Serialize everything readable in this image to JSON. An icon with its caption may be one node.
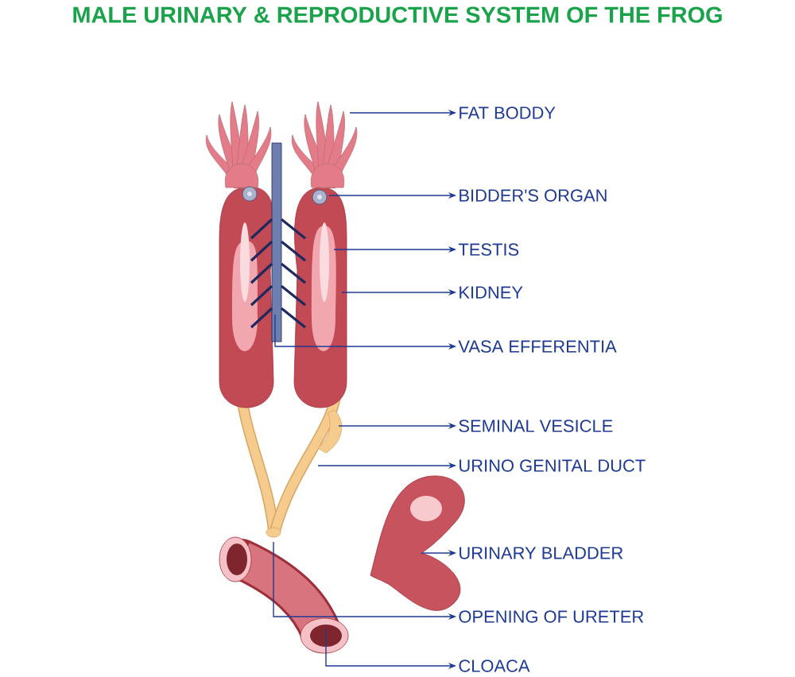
{
  "diagram": {
    "title": "MALE URINARY & REPRODUCTIVE SYSTEM OF THE FROG",
    "nodes": [
      {
        "text": [
          "FAT BODDY"
        ]
      },
      {
        "text": [
          "BIDDER'S ORGAN"
        ]
      },
      {
        "text": [
          "TESTIS"
        ]
      },
      {
        "text": [
          "KIDNEY"
        ]
      },
      {
        "text": [
          "VASA EFFERENTIA"
        ]
      },
      {
        "text": [
          "SEMINAL VESICLE"
        ]
      },
      {
        "text": [
          "URINO GENITAL DUCT"
        ]
      },
      {
        "text": [
          "URINARY BLADDER"
        ]
      },
      {
        "text": [
          "OPENING OF URETER"
        ]
      },
      {
        "text": [
          "CLOACA"
        ]
      }
    ],
    "edges": [
      {
        "from": null,
        "to": 0,
        "arrow": "to"
      },
      {
        "from": null,
        "to": 1,
        "arrow": "to"
      },
      {
        "from": null,
        "to": 2,
        "arrow": "to"
      },
      {
        "from": null,
        "to": 3,
        "arrow": "to"
      },
      {
        "from": null,
        "to": 4,
        "arrow": "to"
      },
      {
        "from": null,
        "to": 5,
        "arrow": "to"
      },
      {
        "from": null,
        "to": 6,
        "arrow": "to"
      },
      {
        "from": null,
        "to": 7,
        "arrow": "to"
      },
      {
        "from": null,
        "to": 8,
        "arrow": "to"
      },
      {
        "from": null,
        "to": 9,
        "arrow": "to"
      }
    ]
  }
}
